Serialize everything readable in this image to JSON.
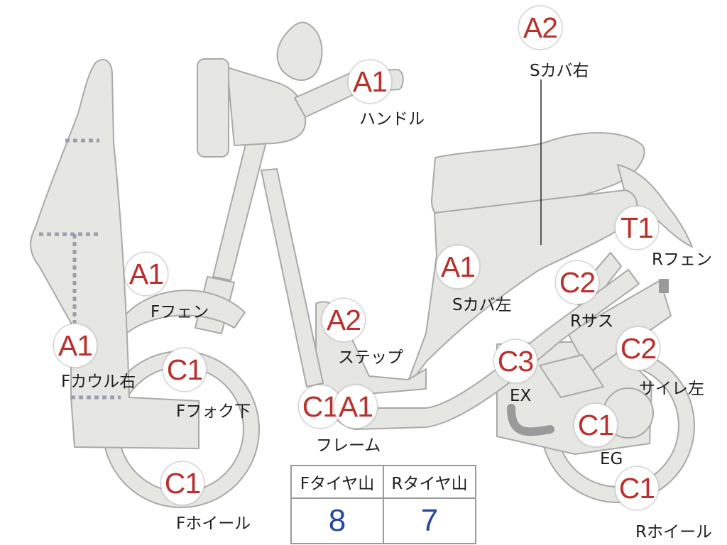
{
  "colors": {
    "part_fill": "#e6e6e3",
    "part_stroke": "#a9a9a6",
    "badge_text": "#b9312d",
    "value_text": "#27489a",
    "dash": "#9a9fae"
  },
  "badges": {
    "a2_top": "A2",
    "a1_handle": "A1",
    "t1": "T1",
    "a1_ffender": "A1",
    "a1_scover_left": "A1",
    "c2_rsus": "C2",
    "a2_step": "A2",
    "a1_fcowl": "A1",
    "c1_ffork": "C1",
    "c3_ex": "C3",
    "c2_sileft": "C2",
    "c1_frame": "C1",
    "a1_frame": "A1",
    "c1_eg": "C1",
    "c1_fwheel": "C1",
    "c1_rwheel": "C1"
  },
  "labels": {
    "s_cover_right": "Sカバ右",
    "handle": "ハンドル",
    "r_fender": "Rフェン",
    "f_fender": "Fフェン",
    "s_cover_left": "Sカバ左",
    "r_suspension": "Rサス",
    "step": "ステップ",
    "f_cowl_right": "Fカウル右",
    "f_fork_lower": "Fフォク下",
    "ex": "EX",
    "silencer_left": "サイレ左",
    "frame": "フレーム",
    "eg": "EG",
    "f_wheel": "Fホイール",
    "r_wheel": "Rホイール"
  },
  "tread_table": {
    "headers": [
      "Fタイヤ山",
      "Rタイヤ山"
    ],
    "values": [
      "8",
      "7"
    ]
  }
}
